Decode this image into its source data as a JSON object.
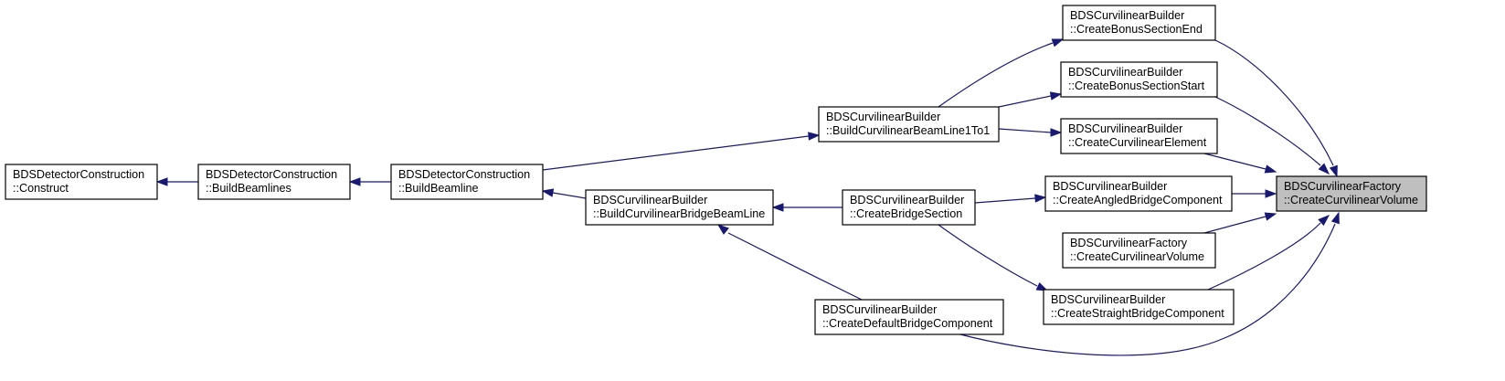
{
  "diagram": {
    "nodes": [
      {
        "id": "n_construct",
        "name": "node-detector-construct",
        "lines": [
          "BDSDetectorConstruction",
          "::Construct"
        ]
      },
      {
        "id": "n_buildbeamlines",
        "name": "node-build-beamlines",
        "lines": [
          "BDSDetectorConstruction",
          "::BuildBeamlines"
        ]
      },
      {
        "id": "n_buildbeamline",
        "name": "node-build-beamline",
        "lines": [
          "BDSDetectorConstruction",
          "::BuildBeamline"
        ]
      },
      {
        "id": "n_bridge_beamline",
        "name": "node-build-curvilinear-bridge-beamline",
        "lines": [
          "BDSCurvilinearBuilder",
          "::BuildCurvilinearBridgeBeamLine"
        ]
      },
      {
        "id": "n_beamline_1to1",
        "name": "node-build-curvilinear-beamline-1to1",
        "lines": [
          "BDSCurvilinearBuilder",
          "::BuildCurvilinearBeamLine1To1"
        ]
      },
      {
        "id": "n_bridge_section",
        "name": "node-create-bridge-section",
        "lines": [
          "BDSCurvilinearBuilder",
          "::CreateBridgeSection"
        ]
      },
      {
        "id": "n_default_bridge",
        "name": "node-create-default-bridge-component",
        "lines": [
          "BDSCurvilinearBuilder",
          "::CreateDefaultBridgeComponent"
        ]
      },
      {
        "id": "n_bonus_end",
        "name": "node-create-bonus-section-end",
        "lines": [
          "BDSCurvilinearBuilder",
          "::CreateBonusSectionEnd"
        ]
      },
      {
        "id": "n_bonus_start",
        "name": "node-create-bonus-section-start",
        "lines": [
          "BDSCurvilinearBuilder",
          "::CreateBonusSectionStart"
        ]
      },
      {
        "id": "n_curv_element",
        "name": "node-create-curvilinear-element",
        "lines": [
          "BDSCurvilinearBuilder",
          "::CreateCurvilinearElement"
        ]
      },
      {
        "id": "n_angled_bridge",
        "name": "node-create-angled-bridge-component",
        "lines": [
          "BDSCurvilinearBuilder",
          "::CreateAngledBridgeComponent"
        ]
      },
      {
        "id": "n_factory_self",
        "name": "node-factory-create-curvilinear-volume-caller",
        "lines": [
          "BDSCurvilinearFactory",
          "::CreateCurvilinearVolume"
        ]
      },
      {
        "id": "n_straight_bridge",
        "name": "node-create-straight-bridge-component",
        "lines": [
          "BDSCurvilinearBuilder",
          "::CreateStraightBridgeComponent"
        ]
      },
      {
        "id": "n_target",
        "name": "node-target-create-curvilinear-volume",
        "lines": [
          "BDSCurvilinearFactory",
          "::CreateCurvilinearVolume"
        ],
        "highlight": true
      }
    ],
    "edges": [
      {
        "from": "n_buildbeamlines",
        "to": "n_construct"
      },
      {
        "from": "n_buildbeamline",
        "to": "n_buildbeamlines"
      },
      {
        "from": "n_bridge_beamline",
        "to": "n_buildbeamline"
      },
      {
        "from": "n_beamline_1to1",
        "to": "n_buildbeamline"
      },
      {
        "from": "n_bridge_section",
        "to": "n_bridge_beamline"
      },
      {
        "from": "n_default_bridge",
        "to": "n_bridge_beamline"
      },
      {
        "from": "n_bonus_end",
        "to": "n_beamline_1to1"
      },
      {
        "from": "n_bonus_start",
        "to": "n_beamline_1to1"
      },
      {
        "from": "n_curv_element",
        "to": "n_beamline_1to1"
      },
      {
        "from": "n_angled_bridge",
        "to": "n_bridge_section"
      },
      {
        "from": "n_straight_bridge",
        "to": "n_bridge_section"
      },
      {
        "from": "n_target",
        "to": "n_bonus_end"
      },
      {
        "from": "n_target",
        "to": "n_bonus_start"
      },
      {
        "from": "n_target",
        "to": "n_curv_element"
      },
      {
        "from": "n_target",
        "to": "n_angled_bridge"
      },
      {
        "from": "n_target",
        "to": "n_factory_self"
      },
      {
        "from": "n_target",
        "to": "n_straight_bridge"
      },
      {
        "from": "n_target",
        "to": "n_default_bridge"
      }
    ]
  }
}
